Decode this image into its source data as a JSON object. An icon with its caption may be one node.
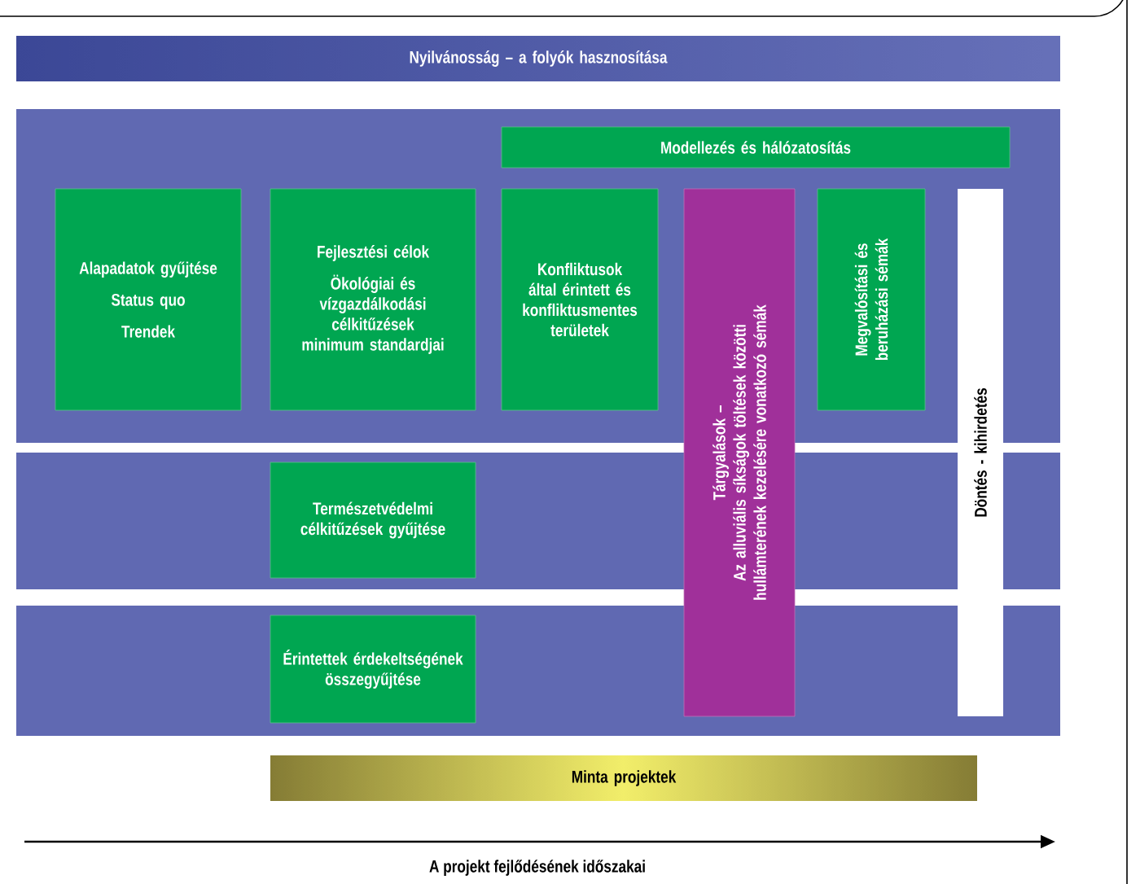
{
  "diagram": {
    "nodes": [
      {
        "text": [
          "Nyilvánosság – a folyók hasznosítása"
        ]
      },
      {
        "text": [
          "Modellezés és hálózatosítás"
        ]
      },
      {
        "text": [
          "Alapadatok gyűjtése",
          "Status quo",
          "Trendek"
        ]
      },
      {
        "text": [
          "Fejlesztési célok",
          "Ökológiai és vízgazdálkodási célkitűzések minimum standardjai"
        ]
      },
      {
        "text": [
          "Konfliktusok által érintett és konfliktusmentes területek"
        ]
      },
      {
        "text": [
          "Tárgyalások –",
          "Az alluviális síkságok töltések közötti hullámterének kezelésére vonatkozó sémák"
        ]
      },
      {
        "text": [
          "Megvalósítási és beruházási sémák"
        ]
      },
      {
        "text": [
          "Döntés - kihirdetés"
        ]
      },
      {
        "text": [
          "Természetvédelmi célkitűzések gyűjtése"
        ]
      },
      {
        "text": [
          "Érintettek érdekeltségének összegyűjtése"
        ]
      },
      {
        "text": [
          "Minta projektek"
        ]
      }
    ],
    "labels": [
      "A projekt fejlődésének időszakai"
    ]
  }
}
